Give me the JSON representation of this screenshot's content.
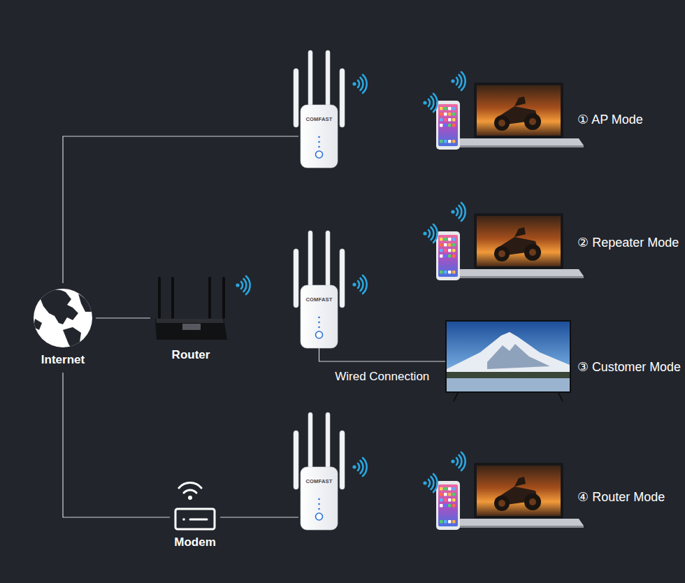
{
  "diagram": {
    "nodes": [
      {
        "text": [
          "Internet"
        ]
      },
      {
        "text": [
          "Router"
        ]
      },
      {
        "text": [
          "Modem"
        ]
      },
      {
        "text": [
          "COMFAST"
        ]
      },
      {
        "text": [
          "COMFAST"
        ]
      },
      {
        "text": [
          "COMFAST"
        ]
      },
      {
        "text": [
          "① AP Mode"
        ]
      },
      {
        "text": [
          "② Repeater Mode"
        ]
      },
      {
        "text": [
          "③ Customer Mode"
        ]
      },
      {
        "text": [
          "④ Router Mode"
        ]
      }
    ],
    "edges": [
      {
        "from": 0,
        "to": 3,
        "arrow": "none"
      },
      {
        "from": 0,
        "to": 1,
        "arrow": "none"
      },
      {
        "from": 0,
        "to": 2,
        "arrow": "none"
      },
      {
        "from": 2,
        "to": 5,
        "arrow": "none"
      },
      {
        "from": 4,
        "to": 8,
        "label": "Wired Connection",
        "arrow": "none"
      }
    ]
  }
}
